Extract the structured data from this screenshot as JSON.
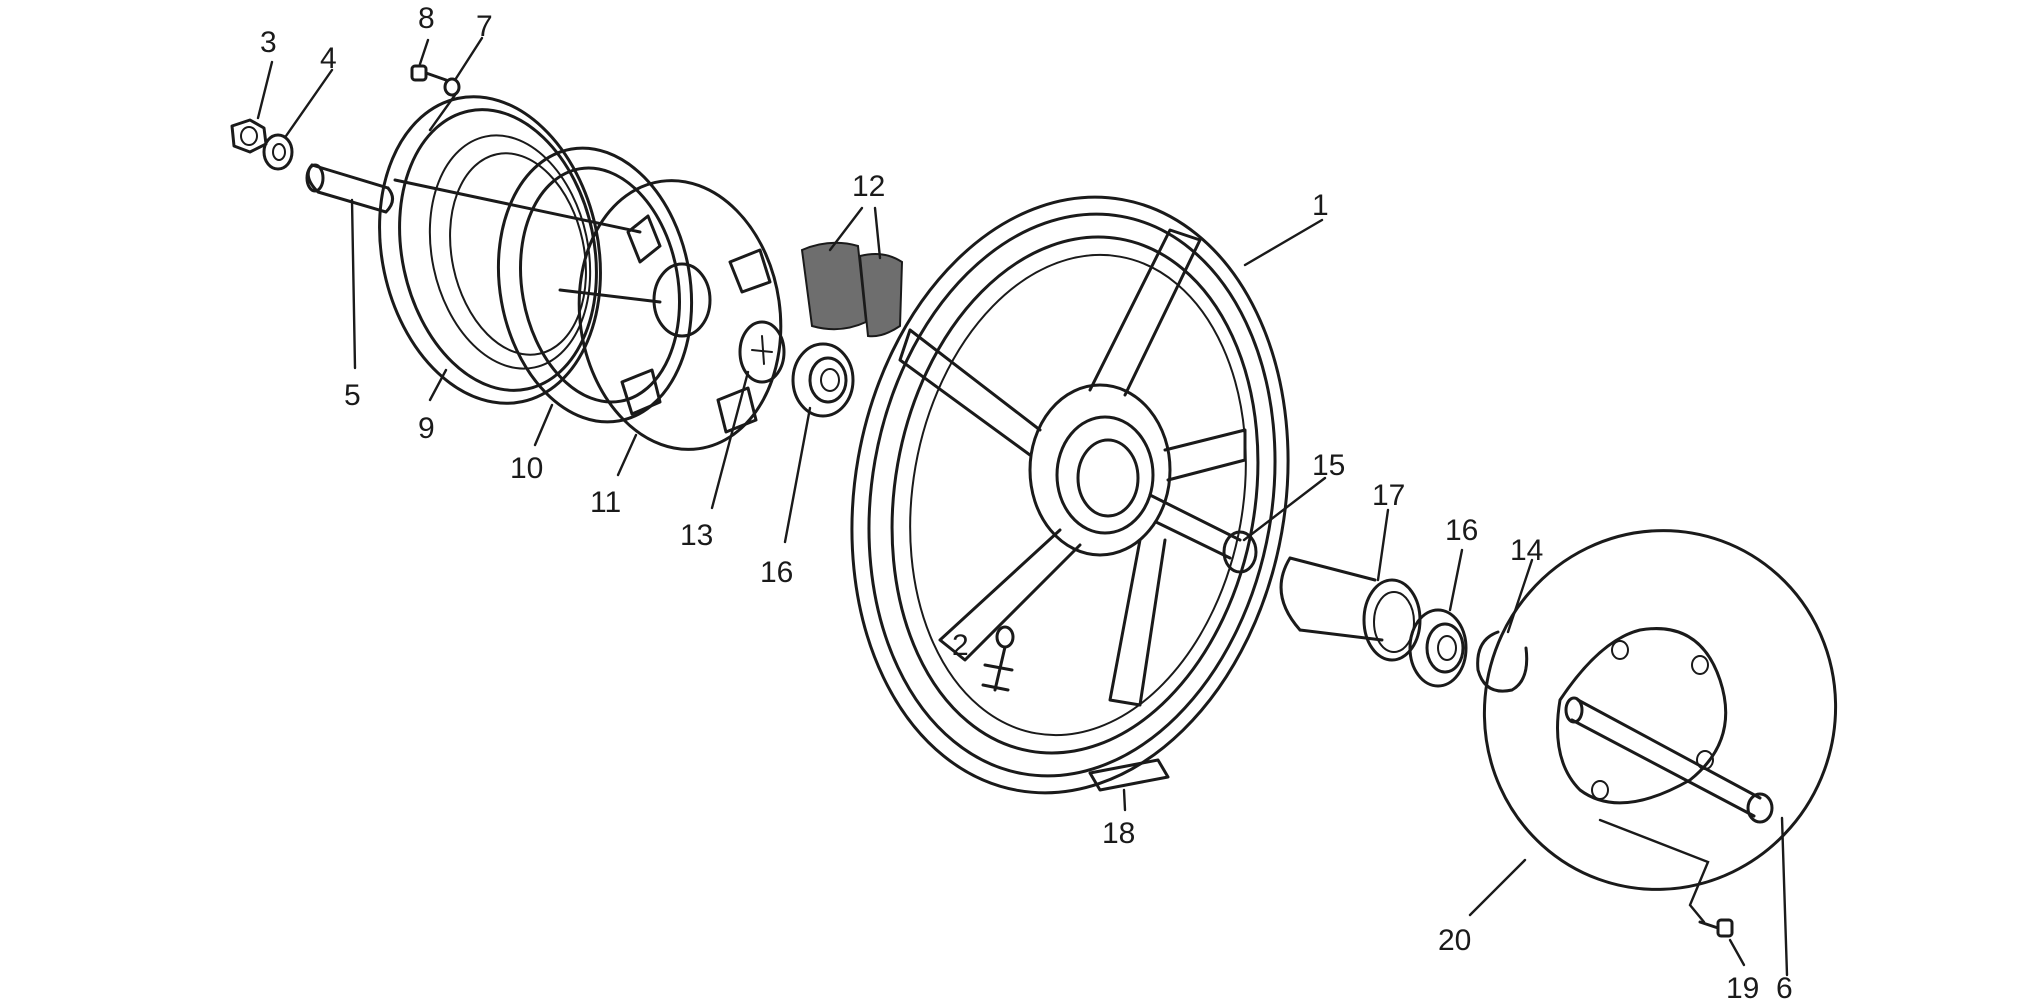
{
  "parts": [
    {
      "id": "1",
      "label": "1"
    },
    {
      "id": "2",
      "label": "2"
    },
    {
      "id": "3",
      "label": "3"
    },
    {
      "id": "4",
      "label": "4"
    },
    {
      "id": "5",
      "label": "5"
    },
    {
      "id": "6",
      "label": "6"
    },
    {
      "id": "7",
      "label": "7"
    },
    {
      "id": "8",
      "label": "8"
    },
    {
      "id": "9",
      "label": "9"
    },
    {
      "id": "10",
      "label": "10"
    },
    {
      "id": "11",
      "label": "11"
    },
    {
      "id": "12",
      "label": "12"
    },
    {
      "id": "13",
      "label": "13"
    },
    {
      "id": "14",
      "label": "14"
    },
    {
      "id": "15",
      "label": "15"
    },
    {
      "id": "16a",
      "label": "16"
    },
    {
      "id": "16b",
      "label": "16"
    },
    {
      "id": "17",
      "label": "17"
    },
    {
      "id": "18",
      "label": "18"
    },
    {
      "id": "19",
      "label": "19"
    },
    {
      "id": "20",
      "label": "20"
    }
  ]
}
